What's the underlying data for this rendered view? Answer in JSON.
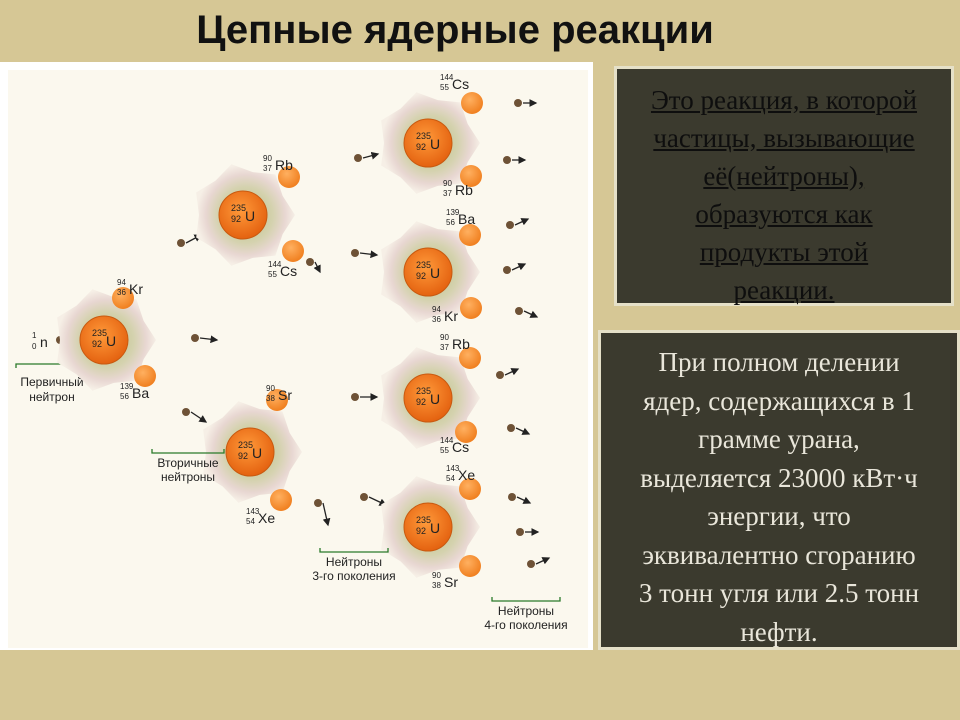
{
  "slide_title": "Цепные ядерные реакции",
  "definition_lines": [
    "Это реакция, в которой",
    "частицы, вызывающие",
    "её(нейтроны),",
    "образуются как",
    "продукты этой",
    "реакции."
  ],
  "info_lines": [
    "При полном делении",
    "ядер, содержащихся в 1",
    "грамме урана,",
    "выделяется 23000 кВт·ч",
    "энергии, что",
    "эквивалентно сгоранию",
    "3 тонн угля или 2.5 тонн",
    "нефти."
  ],
  "diagram": {
    "uranium": {
      "mass": "235",
      "charge": "92",
      "symbol": "U"
    },
    "neutron": {
      "mass": "1",
      "charge": "0",
      "symbol": "n"
    },
    "fragments": {
      "Kr": {
        "mass": "94",
        "charge": "36",
        "symbol": "Kr"
      },
      "Ba": {
        "mass": "139",
        "charge": "56",
        "symbol": "Ba"
      },
      "Rb": {
        "mass": "90",
        "charge": "37",
        "symbol": "Rb"
      },
      "Cs": {
        "mass": "144",
        "charge": "55",
        "symbol": "Cs"
      },
      "Sr": {
        "mass": "90",
        "charge": "38",
        "symbol": "Sr"
      },
      "Xe": {
        "mass": "143",
        "charge": "54",
        "symbol": "Xe"
      }
    },
    "labels": {
      "primary_1": "Первичный",
      "primary_2": "нейтрон",
      "secondary_1": "Вторичные",
      "secondary_2": "нейтроны",
      "gen3_1": "Нейтроны",
      "gen3_2": "3-го поколения",
      "gen4_1": "Нейтроны",
      "gen4_2": "4-го поколения"
    }
  },
  "colors": {
    "background": "#d6c795",
    "box_dark": "#3b3a2e",
    "nucleus": "#f07a18",
    "halo": "#c9caa0",
    "neutron": "#7a5a3a"
  }
}
